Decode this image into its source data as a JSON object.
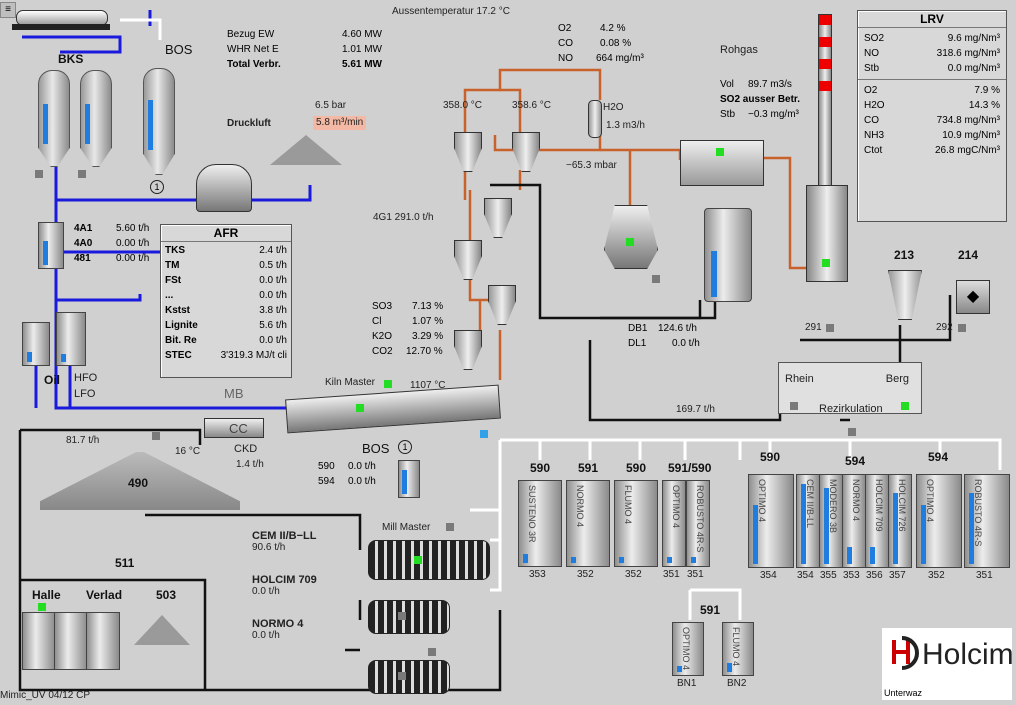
{
  "header": {
    "ambient": "Aussentemperatur 17.2 °C",
    "menu_icon": "menu-icon"
  },
  "energy": {
    "rows": [
      {
        "label": "Bezug EW",
        "value": "4.60 MW"
      },
      {
        "label": "WHR Net E",
        "value": "1.01 MW"
      },
      {
        "label": "Total Verbr.",
        "value": "5.61 MW"
      }
    ]
  },
  "air": {
    "pressure": "6.5 bar",
    "label": "Druckluft",
    "flow": "5.8 m³/min"
  },
  "gas": {
    "rows": [
      {
        "label": "O2",
        "value": "4.2 %"
      },
      {
        "label": "CO",
        "value": "0.08 %"
      },
      {
        "label": "NO",
        "value": "664 mg/m³"
      }
    ]
  },
  "rohgas": {
    "title": "Rohgas",
    "rows": [
      {
        "label": "Vol",
        "value": "89.7 m3/s"
      },
      {
        "label": "SO2 ausser Betr.",
        "value": ""
      },
      {
        "label": "Stb",
        "value": "−0.3 mg/m³"
      }
    ]
  },
  "lrv": {
    "title": "LRV",
    "rows1": [
      {
        "label": "SO2",
        "value": "9.6 mg/Nm³"
      },
      {
        "label": "NO",
        "value": "318.6 mg/Nm³"
      },
      {
        "label": "Stb",
        "value": "0.0 mg/Nm³"
      }
    ],
    "rows2": [
      {
        "label": "O2",
        "value": "7.9 %"
      },
      {
        "label": "H2O",
        "value": "14.3 %"
      },
      {
        "label": "CO",
        "value": "734.8 mg/Nm³"
      },
      {
        "label": "NH3",
        "value": "10.9 mg/Nm³"
      },
      {
        "label": "Ctot",
        "value": "26.8 mgC/Nm³"
      }
    ]
  },
  "afr": {
    "title": "AFR",
    "rows": [
      {
        "label": "TKS",
        "value": "2.4 t/h"
      },
      {
        "label": "TM",
        "value": "0.5 t/h"
      },
      {
        "label": "FSt",
        "value": "0.0 t/h"
      },
      {
        "label": "...",
        "value": "0.0 t/h"
      },
      {
        "label": "Kstst",
        "value": "3.8 t/h"
      },
      {
        "label": "Lignite",
        "value": "5.6 t/h"
      },
      {
        "label": "Bit. Re",
        "value": "0.0 t/h"
      },
      {
        "label": "STEC",
        "value": "3'319.3 MJ/t cli"
      }
    ]
  },
  "feed": {
    "rows": [
      {
        "label": "4A1",
        "value": "5.60 t/h"
      },
      {
        "label": "4A0",
        "value": "0.00 t/h"
      },
      {
        "label": "481",
        "value": "0.00 t/h"
      }
    ]
  },
  "labels": {
    "bks": "BKS",
    "bos": "BOS",
    "bos_num": "1",
    "oil": "Oil",
    "hfo": "HFO",
    "lfo": "LFO",
    "mb": "MB",
    "cc": "CC",
    "ckd": "CKD",
    "ckd_val": "1.4 t/h",
    "clinker_flow": "81.7 t/h",
    "temp16": "16 °C",
    "silo490": "490",
    "kiln_master": "Kiln Master",
    "kiln_temp": "1107 °C",
    "bos2": "BOS",
    "bos2_num": "1",
    "bos2_rows": [
      {
        "label": "590",
        "value": "0.0 t/h"
      },
      {
        "label": "594",
        "value": "0.0 t/h"
      }
    ],
    "g41": "4G1 291.0 t/h",
    "t358a": "358.0 °C",
    "t358b": "358.6 °C",
    "h2o": "H2O",
    "h2o_val": "1.3 m3/h",
    "mbar": "−65.3 mbar",
    "db1": "DB1",
    "db1_val": "124.6 t/h",
    "dl1": "DL1",
    "dl1_val": "0.0 t/h",
    "flow169": "169.7 t/h",
    "b213": "213",
    "b214": "214",
    "b291": "291",
    "b292": "292",
    "rhein": "Rhein",
    "berg": "Berg",
    "rezirk": "Rezirkulation",
    "mill_master": "Mill Master",
    "b511": "511",
    "halle": "Halle",
    "verlad": "Verlad",
    "b503": "503",
    "footer": "Mimic_UV 04/12 CP",
    "unterwaz": "Unterwaz",
    "holcim": "Holcim"
  },
  "clinker": {
    "rows": [
      {
        "label": "SO3",
        "value": "7.13 %"
      },
      {
        "label": "Cl",
        "value": "1.07 %"
      },
      {
        "label": "K2O",
        "value": "3.29 %"
      },
      {
        "label": "CO2",
        "value": "12.70 %"
      }
    ]
  },
  "cement": {
    "rows": [
      {
        "name": "CEM II/B−LL",
        "value": "90.6 t/h"
      },
      {
        "name": "HOLCIM 709",
        "value": "0.0 t/h"
      },
      {
        "name": "NORMO 4",
        "value": "0.0 t/h"
      }
    ]
  },
  "silos": {
    "g1": [
      {
        "head": "590",
        "name": "SUSTENO 3R",
        "num": "353",
        "level": 0.12
      },
      {
        "head": "591",
        "name": "NORMO 4",
        "num": "352",
        "level": 0.0
      },
      {
        "head": "590",
        "name": "FLUMO 4",
        "num": "352",
        "level": 0.0
      }
    ],
    "g2": {
      "head": "591/590",
      "items": [
        {
          "name": "OPTIMO 4",
          "num": "351",
          "level": 0.0
        },
        {
          "name": "ROBUSTO 4R-S",
          "num": "351",
          "level": 0.0
        }
      ]
    },
    "g3": {
      "head": "590",
      "items": [
        {
          "name": "OPTIMO 4",
          "num": "354",
          "level": 0.7
        }
      ]
    },
    "g4": {
      "head": "594",
      "items": [
        {
          "name": "CEM II/B-LL",
          "num": "354",
          "level": 0.95
        },
        {
          "name": "MODERO 3B",
          "num": "355",
          "level": 0.9
        },
        {
          "name": "NORMO 4",
          "num": "353",
          "level": 0.2
        },
        {
          "name": "HOLCIM 709",
          "num": "356",
          "level": 0.2
        },
        {
          "name": "HOLCIM 726",
          "num": "357",
          "level": 0.85
        }
      ]
    },
    "g5": {
      "head": "594",
      "items": [
        {
          "name": "OPTIMO 4",
          "num": "352",
          "level": 0.7
        },
        {
          "name": "ROBUSTO 4R-S",
          "num": "351",
          "level": 0.85
        }
      ]
    },
    "bn": {
      "head": "591",
      "items": [
        {
          "name": "OPTIMO 4",
          "num": "BN1",
          "level": 0.0
        },
        {
          "name": "FLUMO 4",
          "num": "BN2",
          "level": 0.2
        }
      ]
    }
  },
  "colors": {
    "blue_pipe": "#1a1adc",
    "orange_pipe": "#c8622a",
    "black_pipe": "#111111",
    "white_pipe": "#ffffff",
    "level_blue": "#1f7de0",
    "run_green": "#22dd22"
  }
}
